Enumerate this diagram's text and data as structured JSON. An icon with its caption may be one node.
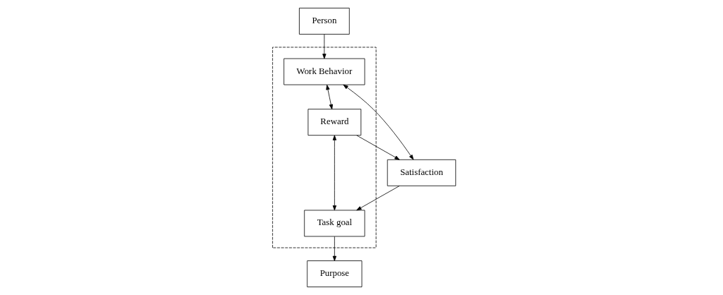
{
  "diagram": {
    "nodes": [
      {
        "text": [
          "Person"
        ]
      },
      {
        "text": [],
        "shape": "box"
      },
      {
        "text": [
          "Work Behavior"
        ],
        "in": 1
      },
      {
        "text": [
          "Task goal"
        ],
        "in": 1
      },
      {
        "text": [
          "Purpose"
        ]
      },
      {
        "text": [
          "Satisfaction"
        ]
      },
      {
        "text": [
          "Reward"
        ],
        "in": 1
      }
    ],
    "edges": [
      {
        "from": 0,
        "to": 2,
        "arrow": "to"
      },
      {
        "from": 3,
        "to": 4,
        "arrow": "to"
      },
      {
        "from": 2,
        "to": 6,
        "arrow": "both"
      },
      {
        "from": 3,
        "to": 6,
        "arrow": "both"
      },
      {
        "from": 2,
        "to": 5,
        "arrow": "both"
      },
      {
        "from": 6,
        "to": 5,
        "arrow": "to"
      },
      {
        "from": 5,
        "to": 3,
        "arrow": "to"
      }
    ]
  }
}
